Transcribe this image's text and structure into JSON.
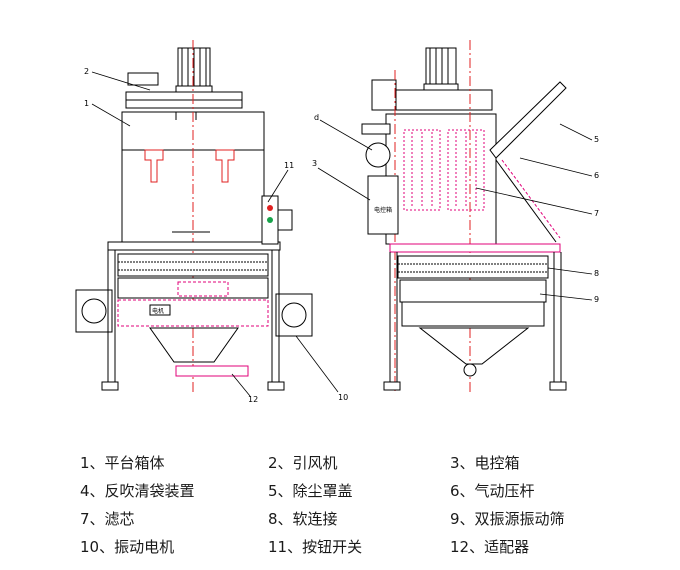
{
  "diagram": {
    "callouts": {
      "left": [
        "2",
        "1",
        "11",
        "12",
        "10"
      ],
      "right": [
        "d",
        "3",
        "5",
        "6",
        "7",
        "8",
        "9"
      ]
    },
    "panel_text": "电控箱",
    "box_tag": "电机"
  },
  "legend": [
    "1、平台箱体",
    "2、引风机",
    "3、电控箱",
    "4、反吹清袋装置",
    "5、除尘罩盖",
    "6、气动压杆",
    "7、滤芯",
    "8、软连接",
    "9、双振源振动筛",
    "10、振动电机",
    "11、按钮开关",
    "12、适配器"
  ],
  "colors": {
    "line": "#000000",
    "accent": "#e0007a",
    "red": "#e02020",
    "green": "#17a34a"
  }
}
